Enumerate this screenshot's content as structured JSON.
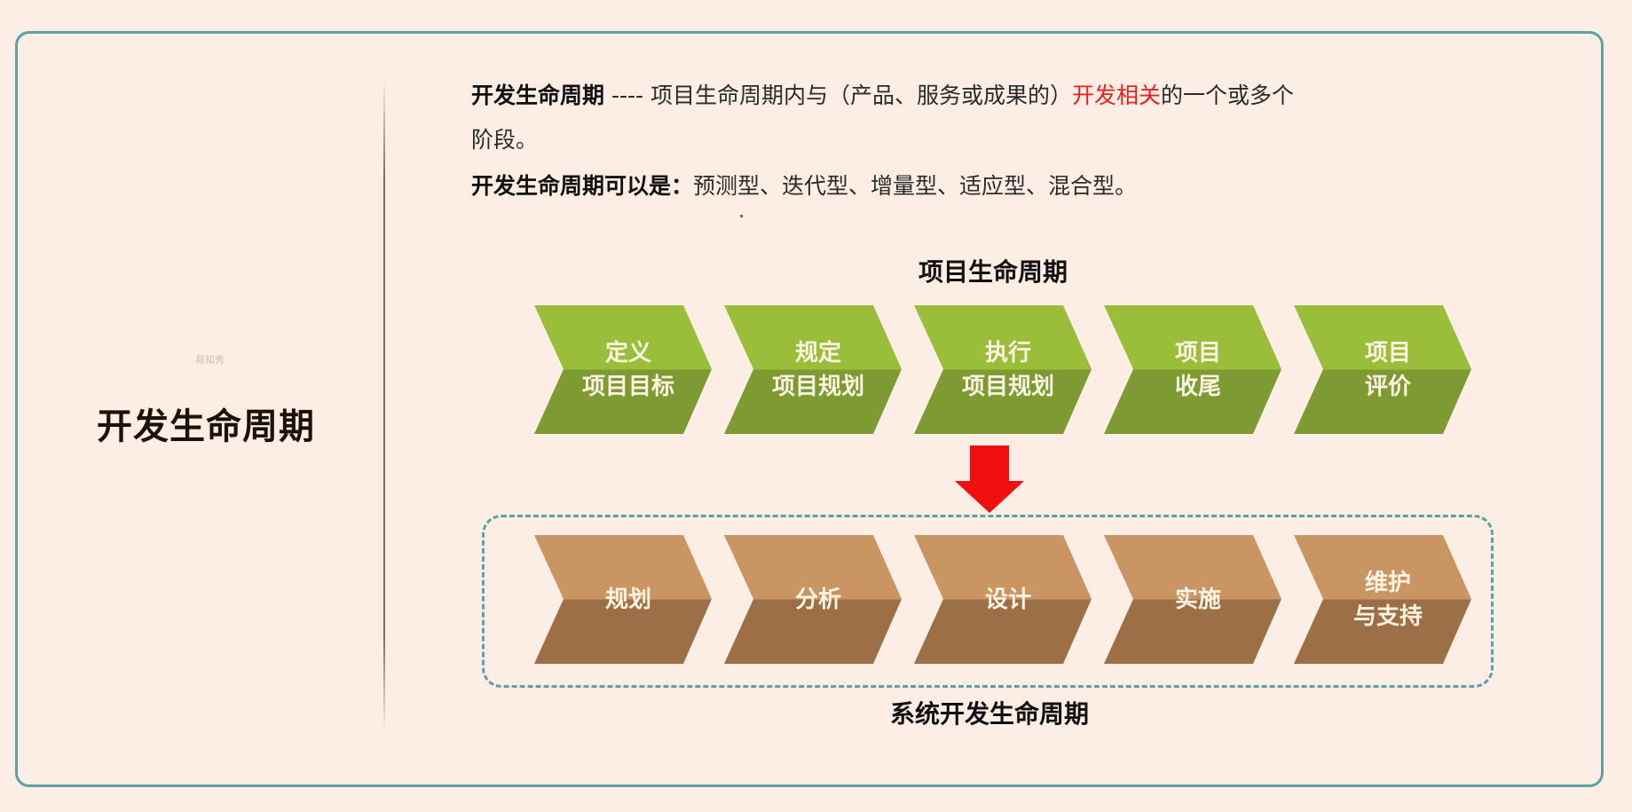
{
  "slide": {
    "side_title": "开发生命周期",
    "watermark": "易知秀",
    "definition": {
      "term": "开发生命周期",
      "sep": " ---- ",
      "text_before": "项目生命周期内与（产品、服务或成果的）",
      "highlight": "开发相关",
      "text_after": "的一个或多个",
      "continuation": "阶段。"
    },
    "types": {
      "label": "开发生命周期可以是：",
      "text": "预测型、迭代型、增量型、适应型、混合型。"
    },
    "project_lifecycle": {
      "title": "项目生命周期",
      "stages": [
        {
          "line1": "定义",
          "line2": "项目目标"
        },
        {
          "line1": "规定",
          "line2": "项目规划"
        },
        {
          "line1": "执行",
          "line2": "项目规划"
        },
        {
          "line1": "项目",
          "line2": "收尾"
        },
        {
          "line1": "项目",
          "line2": "评价"
        }
      ]
    },
    "system_dev_lifecycle": {
      "title": "系统开发生命周期",
      "stages": [
        {
          "line1": "规划",
          "line2": ""
        },
        {
          "line1": "分析",
          "line2": ""
        },
        {
          "line1": "设计",
          "line2": ""
        },
        {
          "line1": "实施",
          "line2": ""
        },
        {
          "line1": "维护",
          "line2": "与支持"
        }
      ]
    },
    "colors": {
      "border": "#5f9fa6",
      "green": "#9abd3a",
      "brown": "#c99562",
      "arrow": "#f01010",
      "highlight": "#e8201c"
    }
  }
}
